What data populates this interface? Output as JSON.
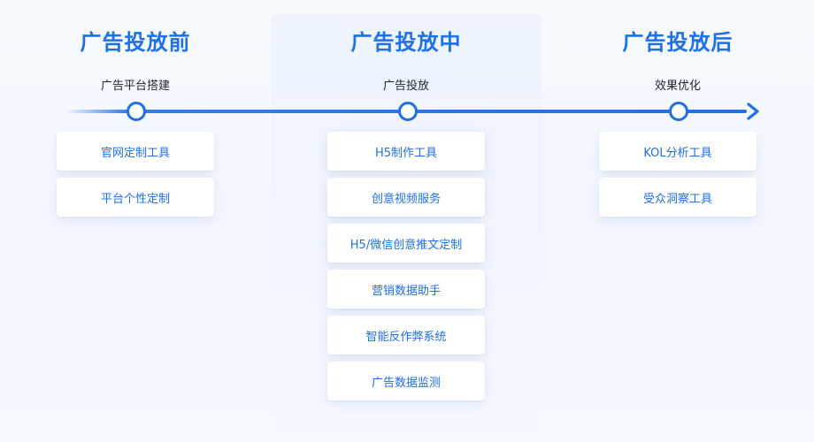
{
  "colors": {
    "accent": "#1f6fe7",
    "text_dark": "#1d2533",
    "card_bg": "#ffffff",
    "middle_panel_bg": "#edf2fb"
  },
  "icons": {
    "timeline_end": "arrow-right-icon",
    "stage_marker": "circle-node-icon"
  },
  "stages": [
    {
      "title": "广告投放前",
      "subtitle": "广告平台搭建",
      "tools": [
        "官网定制工具",
        "平台个性定制"
      ]
    },
    {
      "title": "广告投放中",
      "subtitle": "广告投放",
      "tools": [
        "H5制作工具",
        "创意视频服务",
        "H5/微信创意推文定制",
        "营销数据助手",
        "智能反作弊系统",
        "广告数据监测"
      ]
    },
    {
      "title": "广告投放后",
      "subtitle": "效果优化",
      "tools": [
        "KOL分析工具",
        "受众洞察工具"
      ]
    }
  ]
}
